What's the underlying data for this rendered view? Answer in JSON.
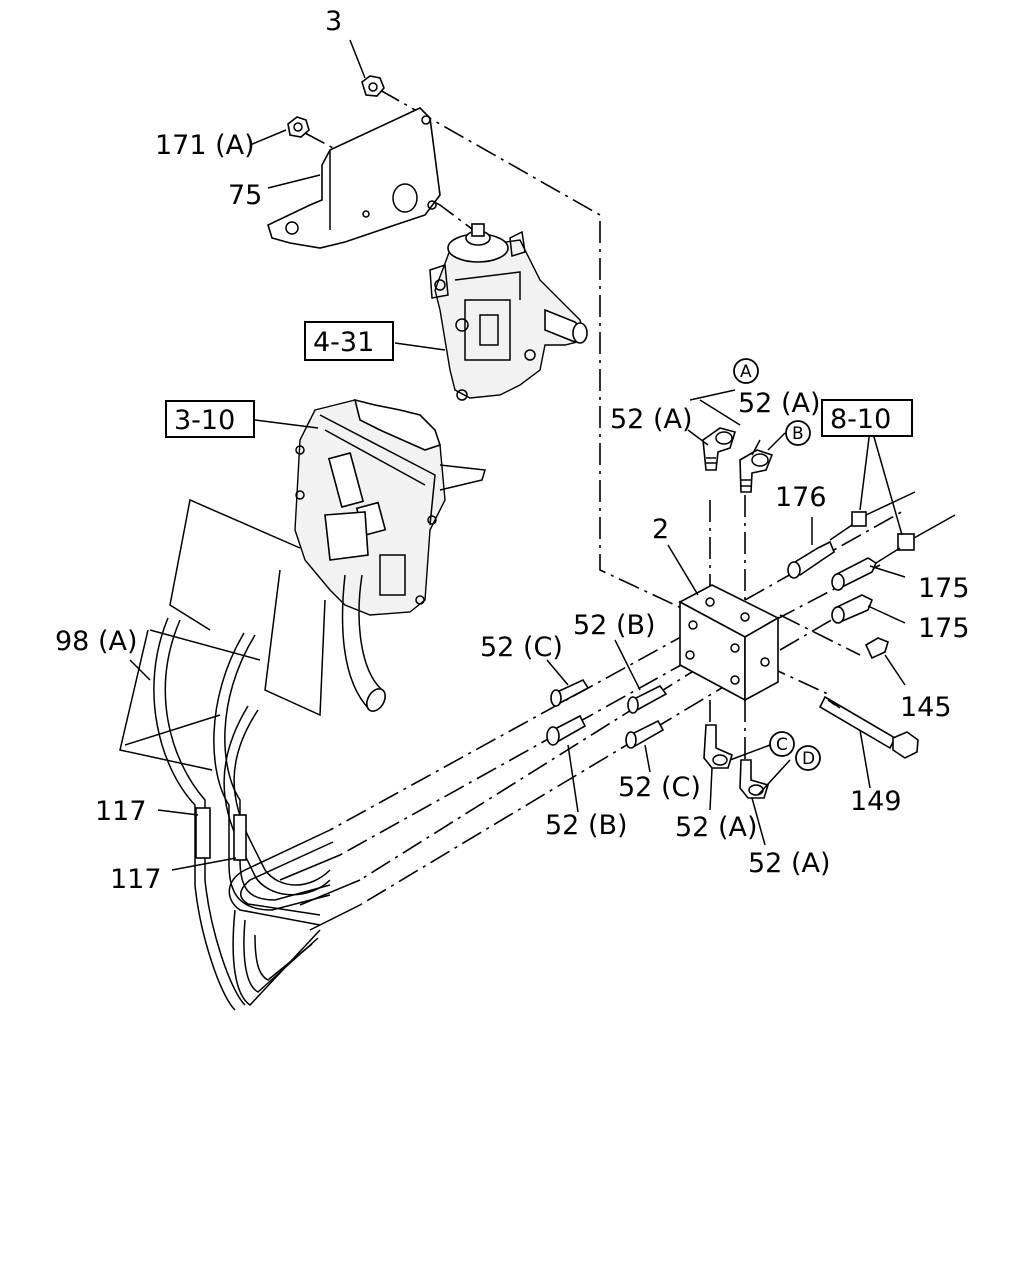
{
  "labels": {
    "l3": "3",
    "l171a": "171 (A)",
    "l75": "75",
    "l2": "2",
    "l52a_1": "52 (A)",
    "l52a_2": "52 (A)",
    "l52a_3": "52 (A)",
    "l52a_4": "52 (A)",
    "l52b_1": "52 (B)",
    "l52b_2": "52 (B)",
    "l52c_1": "52 (C)",
    "l52c_2": "52 (C)",
    "l176": "176",
    "l175_1": "175",
    "l175_2": "175",
    "l145": "145",
    "l149": "149",
    "l98a": "98 (A)",
    "l117_1": "117",
    "l117_2": "117"
  },
  "refs": {
    "r431": "4-31",
    "r310": "3-10",
    "r810": "8-10"
  },
  "circled": {
    "a": "A",
    "b": "B",
    "c": "C",
    "d": "D"
  }
}
